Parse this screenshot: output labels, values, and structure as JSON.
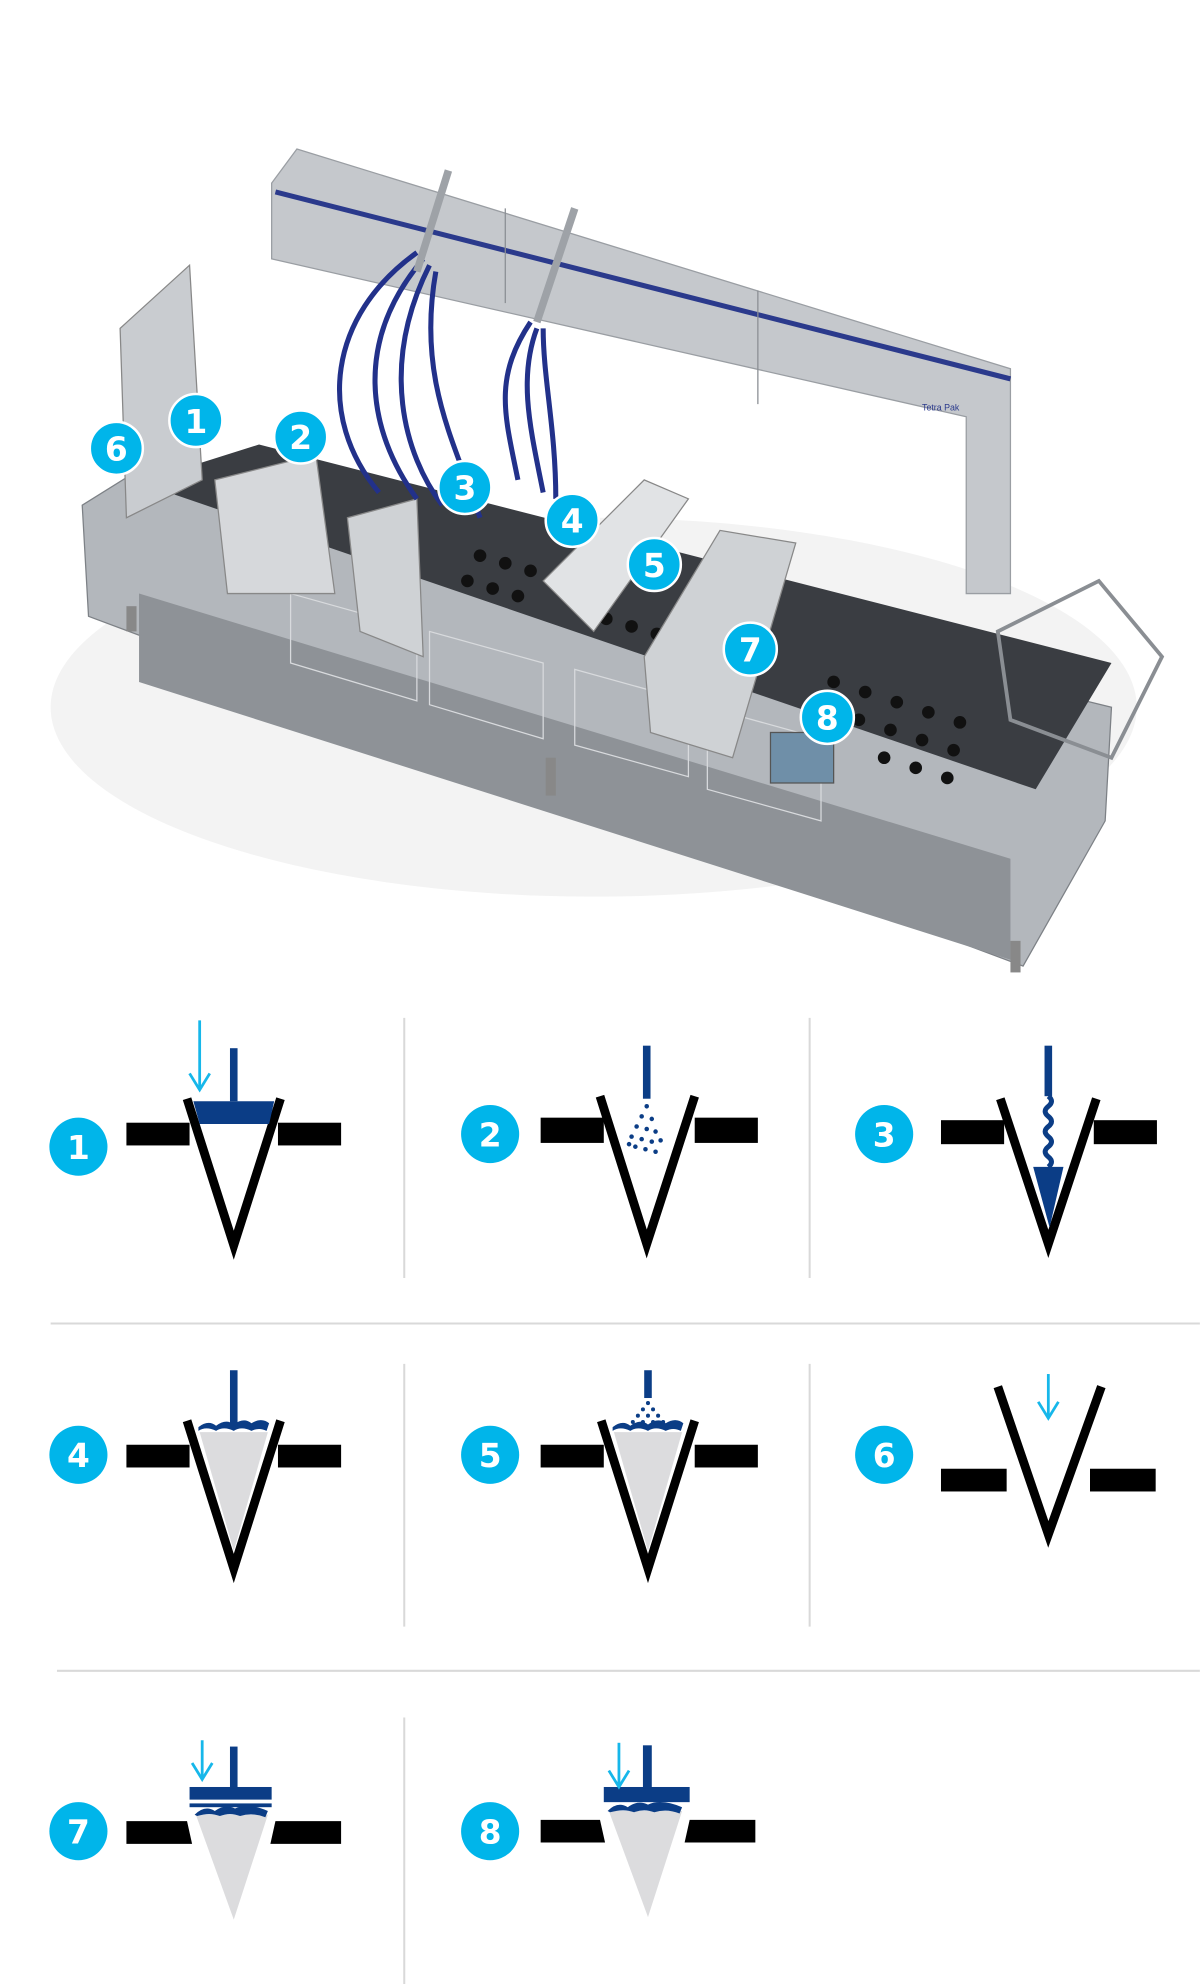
{
  "colors": {
    "badge": "#00b5ea",
    "product_blue": "#0b3d86",
    "arrow": "#16b7ea",
    "machine": "#a9adb2"
  },
  "machine_callouts": [
    "1",
    "2",
    "3",
    "4",
    "5",
    "6",
    "7",
    "8"
  ],
  "machine_logo": "Tetra Pak",
  "steps": [
    {
      "number": "1",
      "icon": "cone-dispenser-icon"
    },
    {
      "number": "2",
      "icon": "chocolate-spray-icon"
    },
    {
      "number": "3",
      "icon": "ice-cream-filling-icon"
    },
    {
      "number": "4",
      "icon": "topping-sauce-icon"
    },
    {
      "number": "5",
      "icon": "topping-dry-icon"
    },
    {
      "number": "6",
      "icon": "cone-insert-icon"
    },
    {
      "number": "7",
      "icon": "lid-placement-icon"
    },
    {
      "number": "8",
      "icon": "lid-sealing-icon"
    }
  ]
}
